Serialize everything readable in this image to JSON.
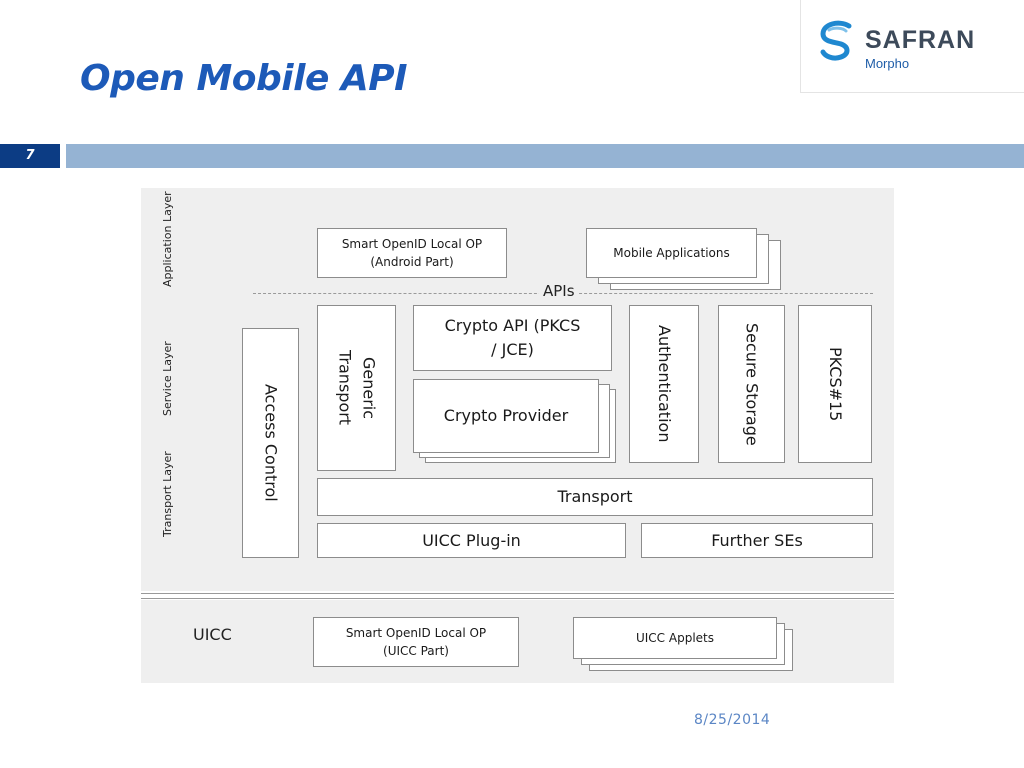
{
  "slide": {
    "title": "Open Mobile API",
    "number": "7",
    "date": "8/25/2014"
  },
  "logo": {
    "brand": "SAFRAN",
    "sub": "Morpho",
    "colors": {
      "mark": "#1f88d0",
      "brand": "#3d4a5a"
    }
  },
  "colors": {
    "title": "#1d5ab8",
    "band_number_bg": "#0c3c84",
    "band_bar": "#95b3d3",
    "panel": "#efefef"
  },
  "diagram": {
    "layers": {
      "application": "Application Layer",
      "service": "Service Layer",
      "transport": "Transport Layer"
    },
    "apis_label": "APIs",
    "app_boxes": {
      "smart_openid_android": "Smart OpenID Local OP (Android Part)",
      "mobile_applications": "Mobile Applications"
    },
    "service_boxes": {
      "access_control": "Access Control",
      "generic_transport": "Generic Transport",
      "crypto_api": "Crypto API (PKCS / JCE)",
      "crypto_provider": "Crypto Provider",
      "authentication": "Authentication",
      "secure_storage": "Secure Storage",
      "pkcs15": "PKCS#15"
    },
    "transport_boxes": {
      "transport": "Transport",
      "uicc_plugin": "UICC Plug-in",
      "further_ses": "Further SEs"
    },
    "uicc": {
      "label": "UICC",
      "smart_openid_uicc": "Smart OpenID Local OP (UICC Part)",
      "uicc_applets": "UICC Applets"
    }
  }
}
